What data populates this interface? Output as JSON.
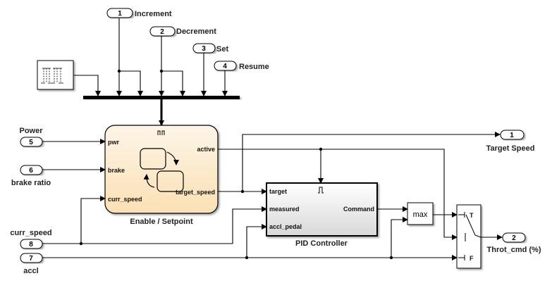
{
  "inports": [
    {
      "number": "1",
      "label": "Increment"
    },
    {
      "number": "2",
      "label": "Decrement"
    },
    {
      "number": "3",
      "label": "Set"
    },
    {
      "number": "4",
      "label": "Resume"
    },
    {
      "number": "5",
      "label": "Power"
    },
    {
      "number": "6",
      "label": "brake ratio"
    },
    {
      "number": "8",
      "label": "curr_speed"
    },
    {
      "number": "7",
      "label": "accl"
    }
  ],
  "outports": [
    {
      "number": "1",
      "label": "Target Speed"
    },
    {
      "number": "2",
      "label": "Throt_cmd (%)"
    }
  ],
  "chart": {
    "name": "Enable / Setpoint",
    "inputs": [
      "pwr",
      "brake",
      "curr_speed"
    ],
    "outputs": [
      "active",
      "target_speed"
    ],
    "trigger_icon": "edge-trigger-icon"
  },
  "pid": {
    "name": "PID Controller",
    "inputs": [
      "target",
      "measured",
      "accl_pedal"
    ],
    "output": "Command",
    "enable_icon": "pulse-enable-icon"
  },
  "max_block": {
    "label": "max"
  },
  "switch_block": {
    "true_label": "T",
    "false_label": "F"
  },
  "colors": {
    "chart_fill_top": "#fdf3e3",
    "chart_fill_bottom": "#fbe2b8",
    "pid_fill_bottom": "#dcdcdc"
  }
}
